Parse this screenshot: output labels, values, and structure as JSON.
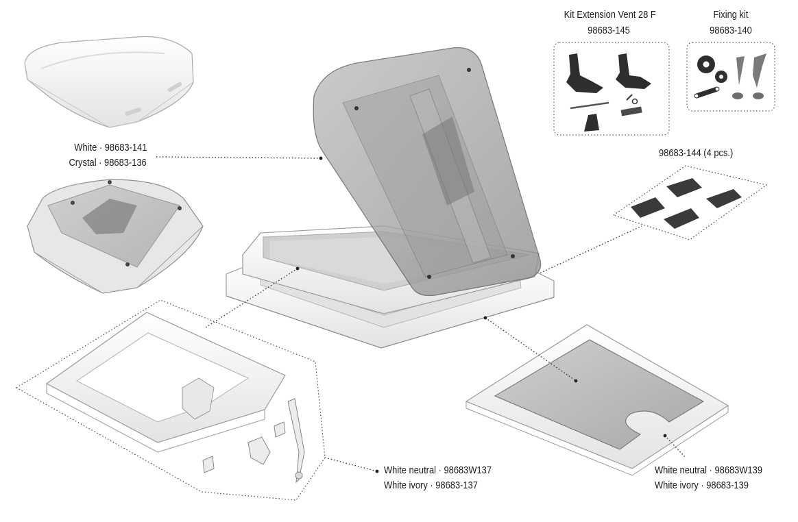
{
  "labels": {
    "roof_cover": {
      "line1": "White · 98683-141",
      "line2": "Crystal · 98683-136"
    },
    "extension_kit": {
      "title": "Kit Extension Vent 28 F",
      "code": "98683-145"
    },
    "fixing_kit": {
      "title": "Fixing kit",
      "code": "98683-140"
    },
    "corner_pads": {
      "text": "98683-144  (4 pcs.)"
    },
    "inner_frame": {
      "line1": "White neutral · 98683W137",
      "line2": "White ivory · 98683-137"
    },
    "fly_screen": {
      "line1": "White neutral · 98683W139",
      "line2": "White ivory · 98683-139"
    }
  },
  "colors": {
    "background": "#ffffff",
    "text": "#1a1a1a",
    "part_white": "#f2f2f2",
    "part_outline": "#9a9a9a",
    "smoked_lid": "#8a8a8a",
    "dark_part": "#2e2e2e"
  }
}
